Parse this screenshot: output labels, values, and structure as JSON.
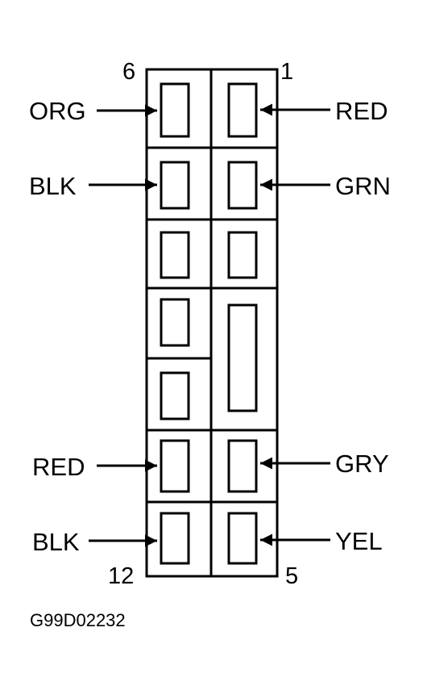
{
  "connector": {
    "pin_numbers": {
      "top_left": "6",
      "top_right": "1",
      "bottom_left": "12",
      "bottom_right": "5"
    },
    "wires_left": [
      {
        "label": "ORG"
      },
      {
        "label": "BLK"
      },
      {
        "label": "RED"
      },
      {
        "label": "BLK"
      }
    ],
    "wires_right": [
      {
        "label": "RED"
      },
      {
        "label": "GRN"
      },
      {
        "label": "GRY"
      },
      {
        "label": "YEL"
      }
    ]
  },
  "figure_code": "G99D02232"
}
